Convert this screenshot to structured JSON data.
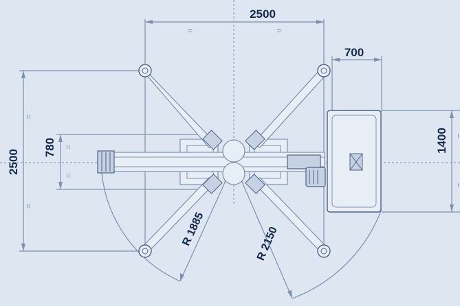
{
  "colors": {
    "background": "#dde6f1",
    "line": "#7f90ac",
    "line_dark": "#4e6284",
    "fill_light": "#e8eef6",
    "text": "#15294d"
  },
  "dimensions": {
    "top_width": "2500",
    "side_height": "2500",
    "column_width": "700",
    "column_height": "1400",
    "arm_spacing": "780",
    "radius_short": "R 1885",
    "radius_long": "R 2150"
  },
  "equal_marks": {
    "top_left": "=",
    "top_right": "=",
    "left_upper": "=",
    "left_lower": "=",
    "arm_upper": "=",
    "arm_lower": "=",
    "right_upper": "=",
    "right_lower": "="
  },
  "icons": {
    "motor": "motor-icon",
    "lifting_pad": "lifting-pad-icon"
  }
}
